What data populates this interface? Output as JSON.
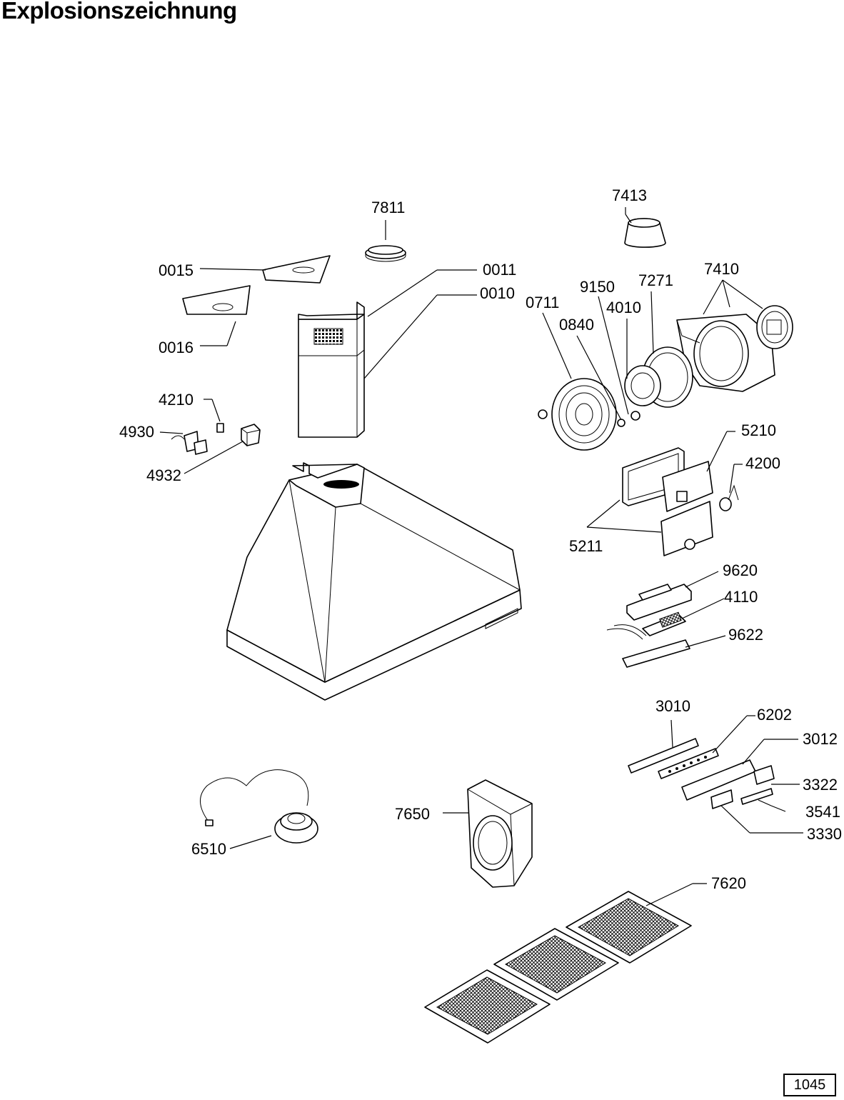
{
  "title": "Explosionszeichnung",
  "page_number": "1045",
  "labels": {
    "p7811": "7811",
    "p7413": "7413",
    "p0015": "0015",
    "p0011": "0011",
    "p0010": "0010",
    "p0016": "0016",
    "p0711": "0711",
    "p9150": "9150",
    "p7271": "7271",
    "p7410": "7410",
    "p4010": "4010",
    "p0840": "0840",
    "p4210": "4210",
    "p4930": "4930",
    "p4932": "4932",
    "p5210": "5210",
    "p4200": "4200",
    "p5211": "5211",
    "p9620": "9620",
    "p4110": "4110",
    "p9622": "9622",
    "p3010": "3010",
    "p6202": "6202",
    "p3012": "3012",
    "p3322": "3322",
    "p3541": "3541",
    "p3330": "3330",
    "p7650": "7650",
    "p6510": "6510",
    "p7620": "7620"
  }
}
